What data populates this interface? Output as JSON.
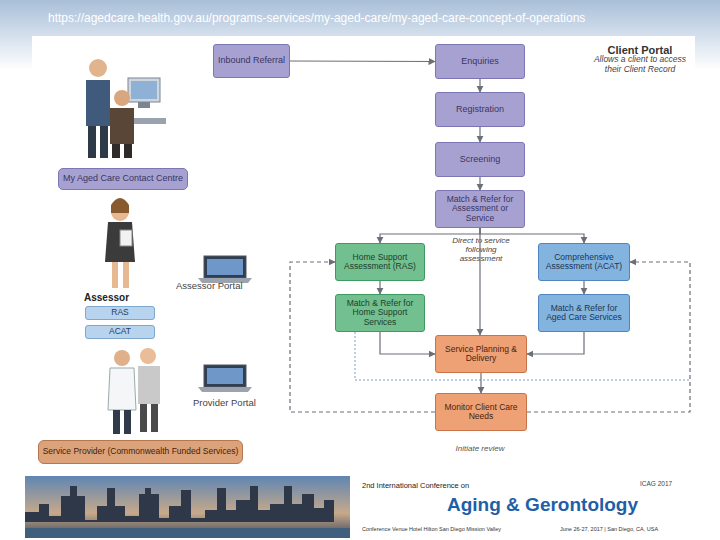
{
  "diagram": {
    "nodes": [
      {
        "text": [
          "Inbound Referral"
        ]
      },
      {
        "text": [
          "Enquiries"
        ]
      },
      {
        "text": [
          "Registration"
        ]
      },
      {
        "text": [
          "Screening"
        ]
      },
      {
        "text": [
          "Match & Refer for Assessment or Service"
        ]
      },
      {
        "text": [
          "Home Support Assessment (RAS)"
        ]
      },
      {
        "text": [
          "Comprehensive Assessment (ACAT)"
        ]
      },
      {
        "text": [
          "Match & Refer for Home Support Services"
        ]
      },
      {
        "text": [
          "Match & Refer for Aged Care Services"
        ]
      },
      {
        "text": [
          "Service Planning & Delivery"
        ]
      },
      {
        "text": [
          "Monitor Client Care Needs"
        ]
      },
      {
        "text": [
          "My Aged Care Contact Centre"
        ]
      },
      {
        "text": [
          "RAS"
        ]
      },
      {
        "text": [
          "ACAT"
        ]
      },
      {
        "text": [
          "Service Provider (Commonwealth Funded Services)"
        ]
      }
    ],
    "edges": [
      {
        "from": 0,
        "to": 1,
        "arrow": "to"
      },
      {
        "from": 1,
        "to": 2,
        "arrow": "to"
      },
      {
        "from": 2,
        "to": 3,
        "arrow": "to"
      },
      {
        "from": 3,
        "to": 4,
        "arrow": "to"
      },
      {
        "from": 4,
        "to": 5,
        "arrow": "to"
      },
      {
        "from": 4,
        "to": 6,
        "arrow": "to"
      },
      {
        "from": 4,
        "to": 9,
        "arrow": "to"
      },
      {
        "from": 5,
        "to": 7,
        "arrow": "to"
      },
      {
        "from": 6,
        "to": 8,
        "arrow": "to"
      },
      {
        "from": 7,
        "to": 9,
        "arrow": "to"
      },
      {
        "from": 8,
        "to": 9,
        "arrow": "to"
      },
      {
        "from": 9,
        "to": 10,
        "arrow": "to"
      },
      {
        "from": 10,
        "to": 5,
        "arrow": "to"
      },
      {
        "from": 10,
        "to": 6,
        "arrow": "to"
      }
    ],
    "labels": [
      "https://agedcare.health.gov.au/programs-services/my-aged-care/my-aged-care-concept-of-operations",
      "Client Portal",
      "Allows a client to access their Client Record",
      "Direct to service following assessment",
      "Initiate review",
      "Assessor",
      "Assessor Portal",
      "Provider Portal",
      "2nd International Conference on",
      "Aging & Gerontology",
      "ICAG 2017",
      "Conference Venue Hotel Hilton San Diego Mission Valley",
      "June 26-27, 2017 | San Diego, CA, USA"
    ]
  }
}
